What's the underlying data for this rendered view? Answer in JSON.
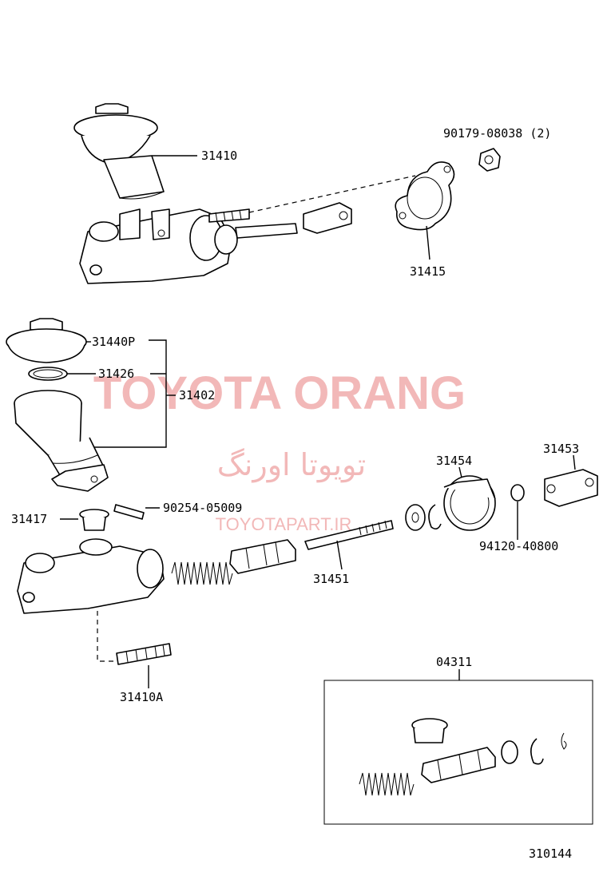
{
  "watermark": {
    "brand": "TOYOTA ORANG",
    "brand_fa": "تویوتا اورنگ",
    "site": "TOYOTAPART.IR"
  },
  "labels": {
    "p31410": "31410",
    "p90179": "90179-08038 (2)",
    "p31415": "31415",
    "p31440P": "31440P",
    "p31426": "31426",
    "p31402": "31402",
    "p31454": "31454",
    "p31453": "31453",
    "p31417": "31417",
    "p90254": "90254-05009",
    "p94120": "94120-40800",
    "p31451": "31451",
    "p31410A": "31410A",
    "p04311": "04311"
  },
  "figure_number": "310144"
}
